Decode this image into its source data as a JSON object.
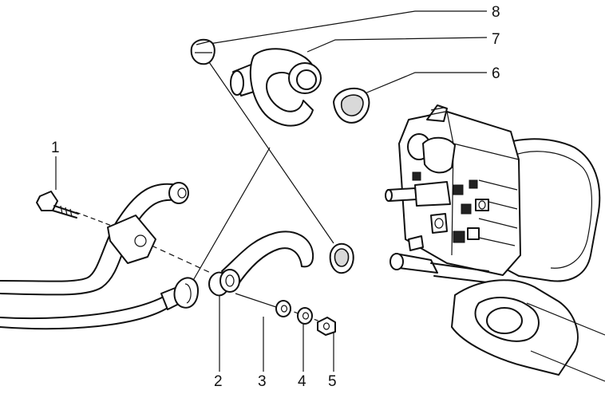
{
  "callouts": [
    {
      "id": "1",
      "label": "1"
    },
    {
      "id": "2",
      "label": "2"
    },
    {
      "id": "3",
      "label": "3"
    },
    {
      "id": "4",
      "label": "4"
    },
    {
      "id": "5",
      "label": "5"
    },
    {
      "id": "6",
      "label": "6"
    },
    {
      "id": "7",
      "label": "7"
    },
    {
      "id": "8",
      "label": "8"
    }
  ],
  "parts": {
    "1": "bolt",
    "2": "hose-clamp",
    "3": "washer",
    "4": "washer",
    "5": "nut",
    "6": "clamp",
    "7": "elbow-hose",
    "8": "clamp"
  },
  "colors": {
    "line": "#111111",
    "background": "#ffffff"
  }
}
